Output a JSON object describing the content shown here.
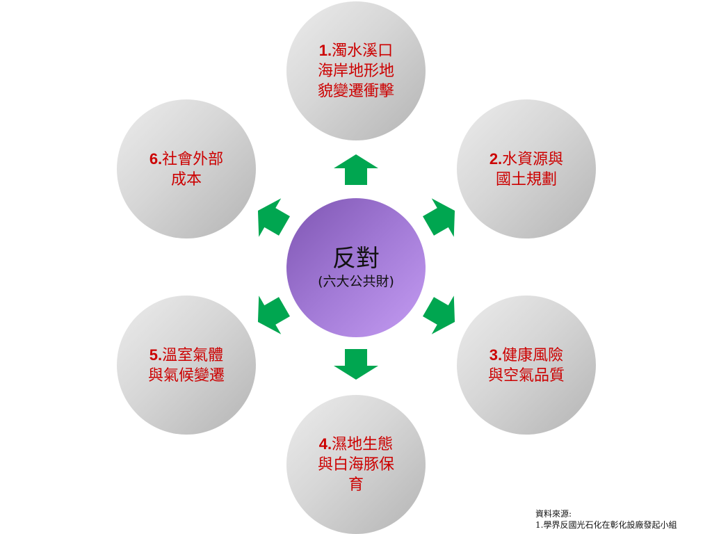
{
  "center": {
    "title": "反對",
    "subtitle": "(六大公共財)",
    "color": "#a27ad6"
  },
  "nodes": [
    {
      "number": "1.",
      "text": "濁水溪口\n海岸地形地\n貌變遷衝擊"
    },
    {
      "number": "2.",
      "text": "水資源與\n國土規劃"
    },
    {
      "number": "3.",
      "text": "健康風險\n與空氣品質"
    },
    {
      "number": "4.",
      "text": "濕地生態\n與白海豚保\n育"
    },
    {
      "number": "5.",
      "text": "溫室氣體\n與氣候變遷"
    },
    {
      "number": "6.",
      "text": "社會外部\n成本"
    }
  ],
  "colors": {
    "node_text": "#cc0000",
    "node_fill": "#d6d6d6",
    "arrow": "#00a650"
  },
  "source": {
    "heading": "資料來源:",
    "line1": "1.學界反國光石化在彰化設廠發起小組"
  }
}
